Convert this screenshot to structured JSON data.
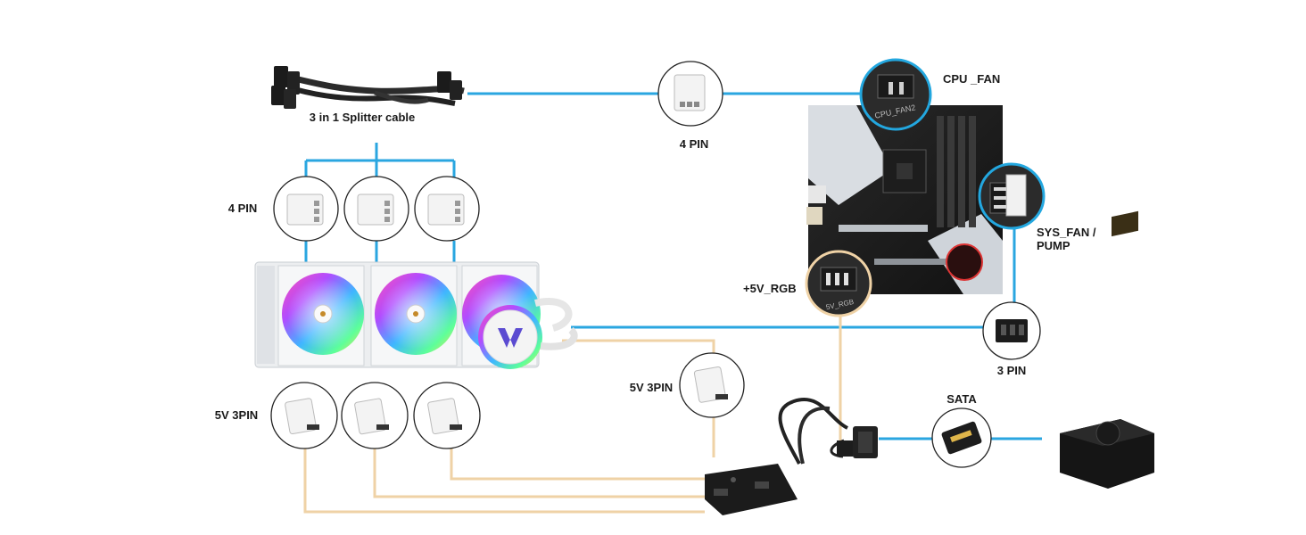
{
  "labels": {
    "splitter_cable": "3 in 1 Splitter cable",
    "top_4pin": "4 PIN",
    "left_4pin": "4 PIN",
    "cpu_fan": "CPU _FAN",
    "sys_fan_line1": "SYS_FAN /",
    "sys_fan_line2": "PUMP",
    "rgb_header": "+5V_RGB",
    "pin3": "3 PIN",
    "left_5v3pin": "5V 3PIN",
    "mid_5v3pin": "5V 3PIN",
    "sata": "SATA",
    "zoom_cpu_text": "CPU_FAN2",
    "zoom_rgb_text": "5V_RGB"
  },
  "colors": {
    "pwm_wire": "#2aa6e0",
    "rgb_wire": "#efd2a6",
    "connector_white": "#f3f3f3",
    "black": "#1b1b1b",
    "zoom_ring": "#23a7df"
  }
}
